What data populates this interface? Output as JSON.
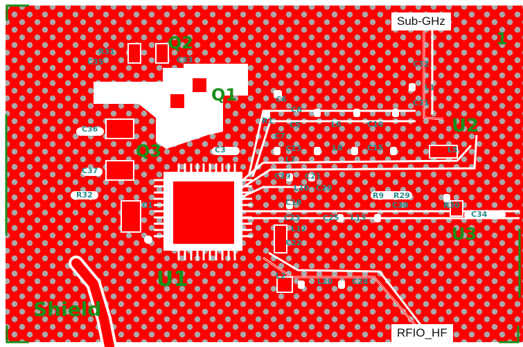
{
  "colors": {
    "copper": "#ff0000",
    "silk_green": "#1b8f1b",
    "silk_teal": "#2a8c8c",
    "via": "#a9a9a9",
    "pad": "#ffffff"
  },
  "net_labels": {
    "sub_ghz": "Sub-GHz",
    "rfio_hf": "RFIO_HF"
  },
  "components": {
    "u1": "U1",
    "u2": "U2",
    "u3": "U3",
    "q1": "Q1",
    "q2": "Q2",
    "q3": "Q3",
    "shield": "Shield",
    "pin1": "1"
  },
  "refdes": {
    "r31": "R31",
    "c35": "C35",
    "c33": "C33",
    "c36": "C36",
    "c37": "C37",
    "r32": "R32",
    "c6": "C6",
    "c8": "C8",
    "r1": "R1",
    "l6": "L6",
    "c10": "C10",
    "c5": "C5",
    "c7": "C7",
    "c13": "C13",
    "l8": "L8",
    "c15": "C15",
    "l7": "L7",
    "c19": "C19",
    "c21": "C21",
    "l10": "L10",
    "c20": "C20",
    "c18": "C18",
    "c23": "C23",
    "c25": "C25",
    "l13": "L13",
    "l12": "L12",
    "c22": "C22",
    "c32": "C32",
    "l1": "L1",
    "c31": "C31",
    "l5": "L5",
    "c34": "C34",
    "r9": "R9",
    "r29": "R29",
    "c30": "C30",
    "r30": "R30",
    "l2": "L2",
    "l20": "L20",
    "c28": "C28",
    "c1": "C1",
    "c3": "C3"
  }
}
